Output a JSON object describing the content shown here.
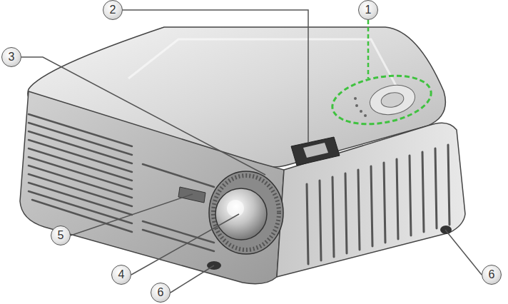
{
  "diagram": {
    "labels": [
      "1",
      "2",
      "3",
      "4",
      "5",
      "6",
      "6"
    ]
  }
}
